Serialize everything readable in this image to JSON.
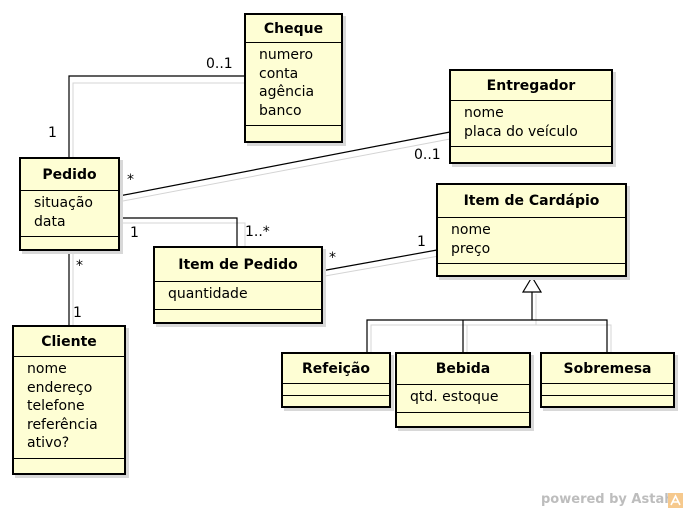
{
  "classes": {
    "cheque": {
      "name": "Cheque",
      "attributes": [
        "numero",
        "conta",
        "agência",
        "banco"
      ]
    },
    "entregador": {
      "name": "Entregador",
      "attributes": [
        "nome",
        "placa do veículo"
      ]
    },
    "pedido": {
      "name": "Pedido",
      "attributes": [
        "situação",
        "data"
      ]
    },
    "item_cardapio": {
      "name": "Item de Cardápio",
      "attributes": [
        "nome",
        "preço"
      ]
    },
    "item_pedido": {
      "name": "Item de Pedido",
      "attributes": [
        "quantidade"
      ]
    },
    "cliente": {
      "name": "Cliente",
      "attributes": [
        "nome",
        "endereço",
        "telefone",
        "referência",
        "ativo?"
      ]
    },
    "refeicao": {
      "name": "Refeição",
      "attributes": []
    },
    "bebida": {
      "name": "Bebida",
      "attributes": [
        "qtd. estoque"
      ]
    },
    "sobremesa": {
      "name": "Sobremesa",
      "attributes": []
    }
  },
  "multiplicities": {
    "pedido_cheque_near_cheque": "0..1",
    "pedido_cheque_near_pedido": "1",
    "pedido_entregador_near_pedido": "*",
    "pedido_entregador_near_entregador": "0..1",
    "pedido_itempedido_near_pedido": "1",
    "pedido_itempedido_near_itempedido": "1..*",
    "itempedido_itemcardapio_near_itempedido": "*",
    "itempedido_itemcardapio_near_itemcardapio": "1",
    "pedido_cliente_near_pedido": "*",
    "pedido_cliente_near_cliente": "1"
  },
  "footer": {
    "brand_text": "powered by Astah"
  },
  "colors": {
    "class_fill": "#fefed4",
    "border": "#000000",
    "shadow": "#d8d8d8",
    "brand_text": "#bdbdbd",
    "brand_logo": "#f6c98d"
  },
  "icons": {
    "brand_logo": "astah-logo-icon"
  }
}
